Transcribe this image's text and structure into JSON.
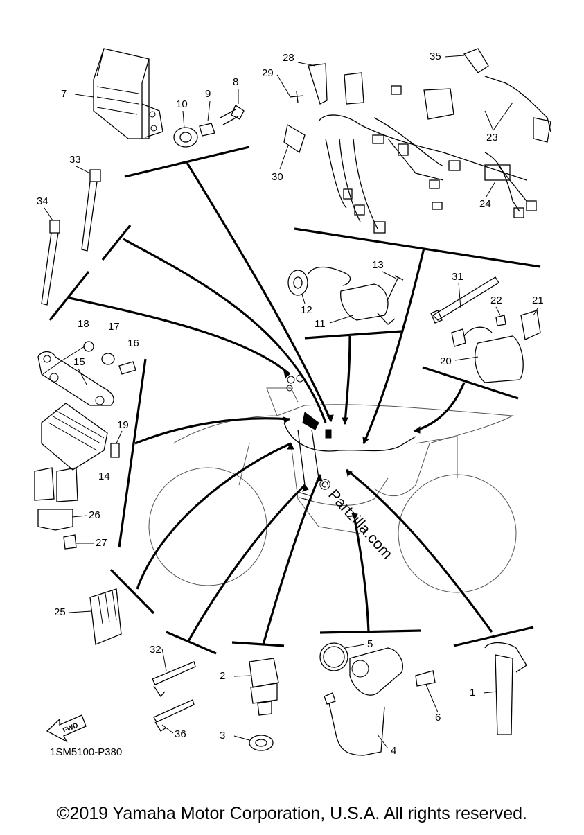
{
  "diagram": {
    "code": "1SM5100-P380",
    "fwd_label": "FWD",
    "watermark": "© Partzilla.com",
    "copyright": "©2019 Yamaha Motor Corporation, U.S.A. All rights reserved.",
    "callouts": [
      "1",
      "2",
      "3",
      "4",
      "5",
      "6",
      "7",
      "8",
      "9",
      "10",
      "11",
      "12",
      "13",
      "14",
      "15",
      "16",
      "17",
      "18",
      "19",
      "20",
      "21",
      "22",
      "23",
      "24",
      "25",
      "26",
      "27",
      "28",
      "29",
      "30",
      "31",
      "32",
      "33",
      "34",
      "35",
      "36"
    ]
  }
}
